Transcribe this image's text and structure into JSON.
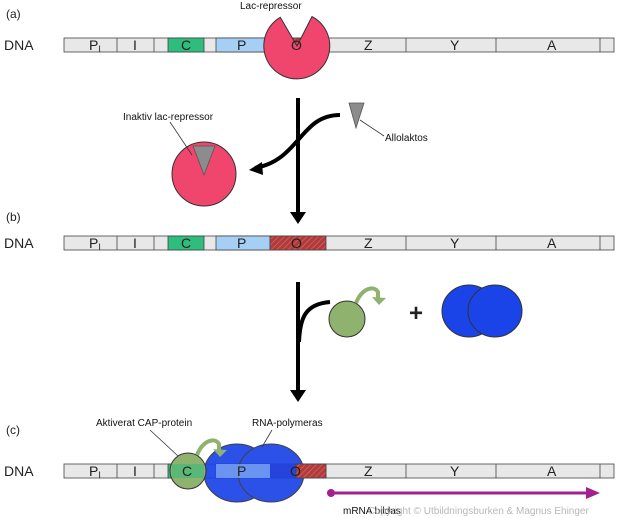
{
  "panels": [
    {
      "label": "(a)",
      "dna_label": "DNA"
    },
    {
      "label": "(b)",
      "dna_label": "DNA"
    },
    {
      "label": "(c)",
      "dna_label": "DNA"
    }
  ],
  "dna_segments": [
    "P",
    "I",
    "C",
    "P",
    "O",
    "Z",
    "Y",
    "A"
  ],
  "promoter_subscript": "I",
  "labels": {
    "lac_repressor": "Lac-repressor",
    "inactive_repressor": "Inaktiv  lac-repressor",
    "allolactose": "Allolaktos",
    "activated_cap": "Aktiverat  CAP-protein",
    "rna_polymerase": "RNA-polymeras",
    "mrna": "mRNA bildas",
    "copyright": "Copyright © Utbildningsburken & Magnus Ehinger",
    "plus": "+"
  },
  "colors": {
    "repressor": "#f0466e",
    "inducer": "#8c8c8c",
    "cap_segment": "#2ebd7d",
    "promoter_segment": "#a6cff5",
    "operator_segment": "#b23a3a",
    "camp_protein": "#8fb26e",
    "rna_polymerase": "#1b44e8",
    "mrna": "#a5208e"
  }
}
